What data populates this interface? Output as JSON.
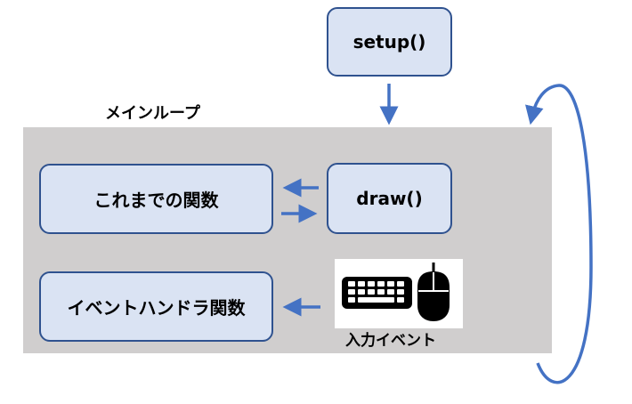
{
  "diagram": {
    "loop_label": "メインループ",
    "nodes": {
      "setup": "setup()",
      "draw": "draw()",
      "previous_functions": "これまでの関数",
      "event_handlers": "イベントハンドラ関数"
    },
    "input_events_label": "入力イベント",
    "icons": [
      "keyboard-icon",
      "mouse-icon"
    ],
    "colors": {
      "box_fill": "#dae3f3",
      "box_border": "#2f528f",
      "arrow": "#4472c4",
      "loop_background": "#d0cece"
    }
  }
}
